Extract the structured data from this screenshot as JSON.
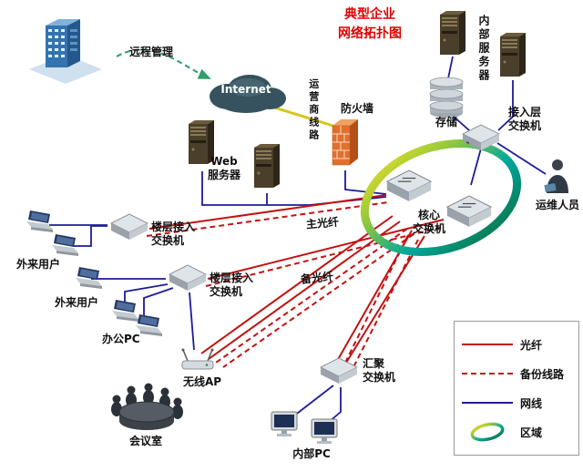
{
  "title": {
    "line1": "典型企业",
    "line2": "网络拓扑图"
  },
  "nodes": {
    "remote_mgmt": {
      "label": "远程管理"
    },
    "internet": {
      "label": "Internet"
    },
    "carrier_line": {
      "label": "运营商线路"
    },
    "firewall": {
      "label": "防火墙"
    },
    "web_server": {
      "line1": "Web",
      "line2": "服务器"
    },
    "internal_server": {
      "label": "内部服务器"
    },
    "storage": {
      "label": "存储"
    },
    "access_switch": {
      "line1": "接入层",
      "line2": "交换机"
    },
    "ops_staff": {
      "label": "运维人员"
    },
    "core_switch": {
      "line1": "核心",
      "line2": "交换机"
    },
    "floor_switch1": {
      "line1": "楼层接入",
      "line2": "交换机"
    },
    "floor_switch2": {
      "line1": "楼层接入",
      "line2": "交换机"
    },
    "external_user1": {
      "label": "外来用户"
    },
    "external_user2": {
      "label": "外来用户"
    },
    "office_pc": {
      "label": "办公PC"
    },
    "wireless_ap": {
      "label": "无线AP"
    },
    "meeting_room": {
      "label": "会议室"
    },
    "agg_switch": {
      "line1": "汇聚",
      "line2": "交换机"
    },
    "internal_pc": {
      "label": "内部PC"
    },
    "main_fiber": {
      "label": "主光纤"
    },
    "backup_fiber": {
      "label": "备光纤"
    }
  },
  "legend": {
    "items": [
      {
        "label": "光纤"
      },
      {
        "label": "备份线路"
      },
      {
        "label": "网线"
      },
      {
        "label": "区域"
      }
    ]
  },
  "colors": {
    "fiber": "#c41111",
    "cable": "#1c1c99",
    "carrier": "#d8c51c",
    "title": "#e00000",
    "arrow": "#2e9e6b",
    "firewall": "#e0702e"
  }
}
